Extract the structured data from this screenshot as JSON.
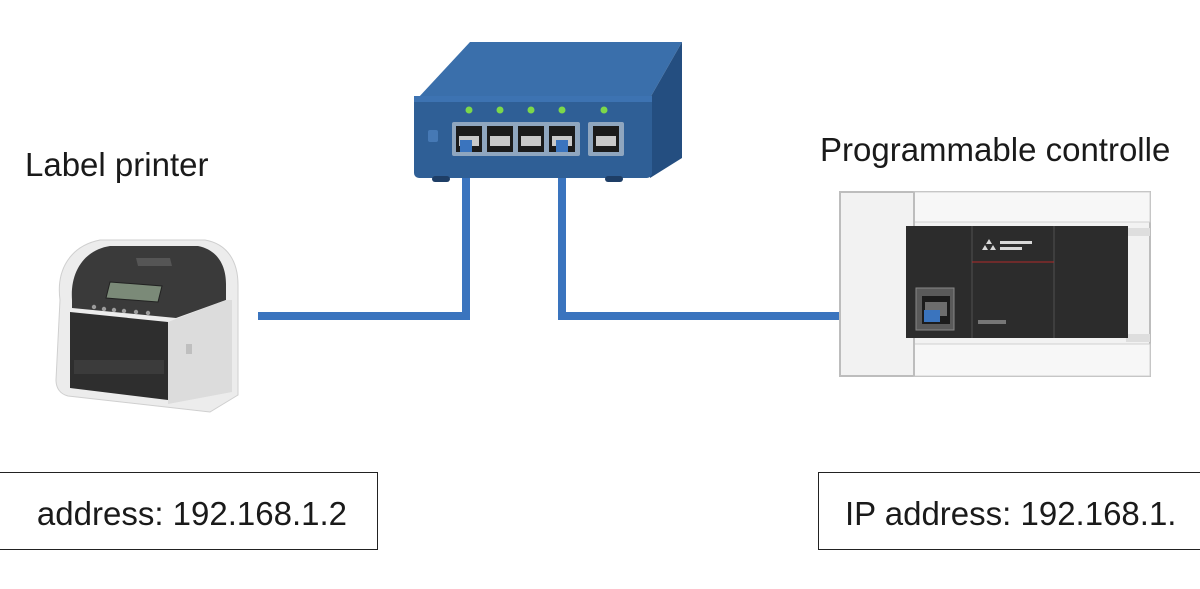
{
  "devices": {
    "printer": {
      "label": "Label printer",
      "ip_label": "address: 192.168.1.2",
      "icon": "label-printer-icon"
    },
    "plc": {
      "label": "Programmable controlle",
      "ip_label": "IP address: 192.168.1.",
      "icon": "plc-icon"
    },
    "switch": {
      "icon": "network-switch-icon",
      "port_count": 5,
      "led_color": "#7cd84a"
    }
  },
  "colors": {
    "cable": "#3a74be",
    "switch_body": "#2f5f96",
    "switch_top": "#3a6fab",
    "printer_dark": "#3a3a3a",
    "printer_light": "#ececec"
  }
}
